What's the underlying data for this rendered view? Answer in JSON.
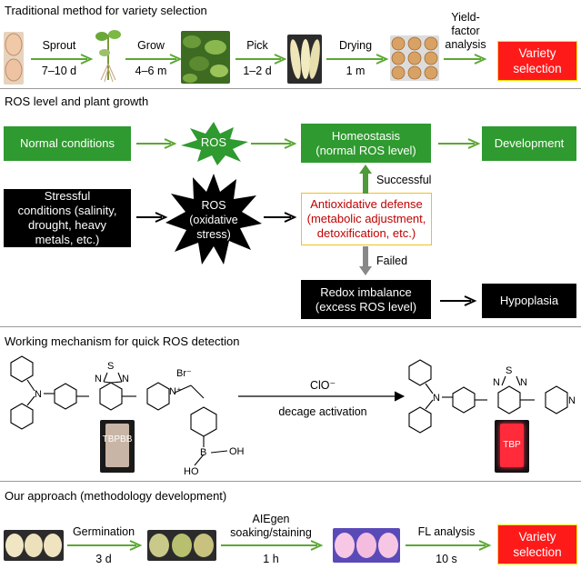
{
  "section1": {
    "title": "Traditional method for variety selection",
    "steps": [
      {
        "label": "Sprout",
        "duration": "7–10 d"
      },
      {
        "label": "Grow",
        "duration": "4–6 m"
      },
      {
        "label": "Pick",
        "duration": "1–2 d"
      },
      {
        "label": "Drying",
        "duration": "1 m"
      }
    ],
    "yield_line1": "Yield-",
    "yield_line2": "factor",
    "yield_line3": "analysis",
    "result": "Variety selection"
  },
  "section2": {
    "title": "ROS level and plant growth",
    "normal": "Normal conditions",
    "ros": "ROS",
    "homeostasis_l1": "Homeostasis",
    "homeostasis_l2": "(normal ROS level)",
    "development": "Development",
    "stress_l1": "Stressful",
    "stress_l2": "conditions (salinity,",
    "stress_l3": "drought, heavy",
    "stress_l4": "metals, etc.)",
    "ros_ox_l1": "ROS",
    "ros_ox_l2": "(oxidative",
    "ros_ox_l3": "stress)",
    "anti_l1": "Antioxidative defense",
    "anti_l2": "(metabolic adjustment,",
    "anti_l3": "detoxification, etc.)",
    "successful": "Successful",
    "failed": "Failed",
    "redox_l1": "Redox imbalance",
    "redox_l2": "(excess ROS level)",
    "hypoplasia": "Hypoplasia"
  },
  "section3": {
    "title": "Working mechanism for quick ROS detection",
    "reagent": "ClO⁻",
    "reaction": "decage activation",
    "probe": "TBPBB",
    "product": "TBP",
    "atom_s": "S",
    "atom_n": "N",
    "atom_b": "B",
    "atom_oh": "OH",
    "atom_ho": "HO",
    "counter_ion": "Br⁻",
    "n_plus": "N⁺"
  },
  "section4": {
    "title": "Our approach (methodology development)",
    "step1_label": "Germination",
    "step1_time": "3 d",
    "step2_label_l1": "AIEgen",
    "step2_label_l2": "soaking/staining",
    "step2_time": "1 h",
    "step3_label": "FL analysis",
    "step3_time": "10 s",
    "result": "Variety selection"
  },
  "colors": {
    "green_box": "#2f9a2f",
    "arrow_green": "#5aa832",
    "red_box": "#ff1a1a",
    "antioxidant_text": "#c00000",
    "antioxidant_border": "#f0c020"
  }
}
